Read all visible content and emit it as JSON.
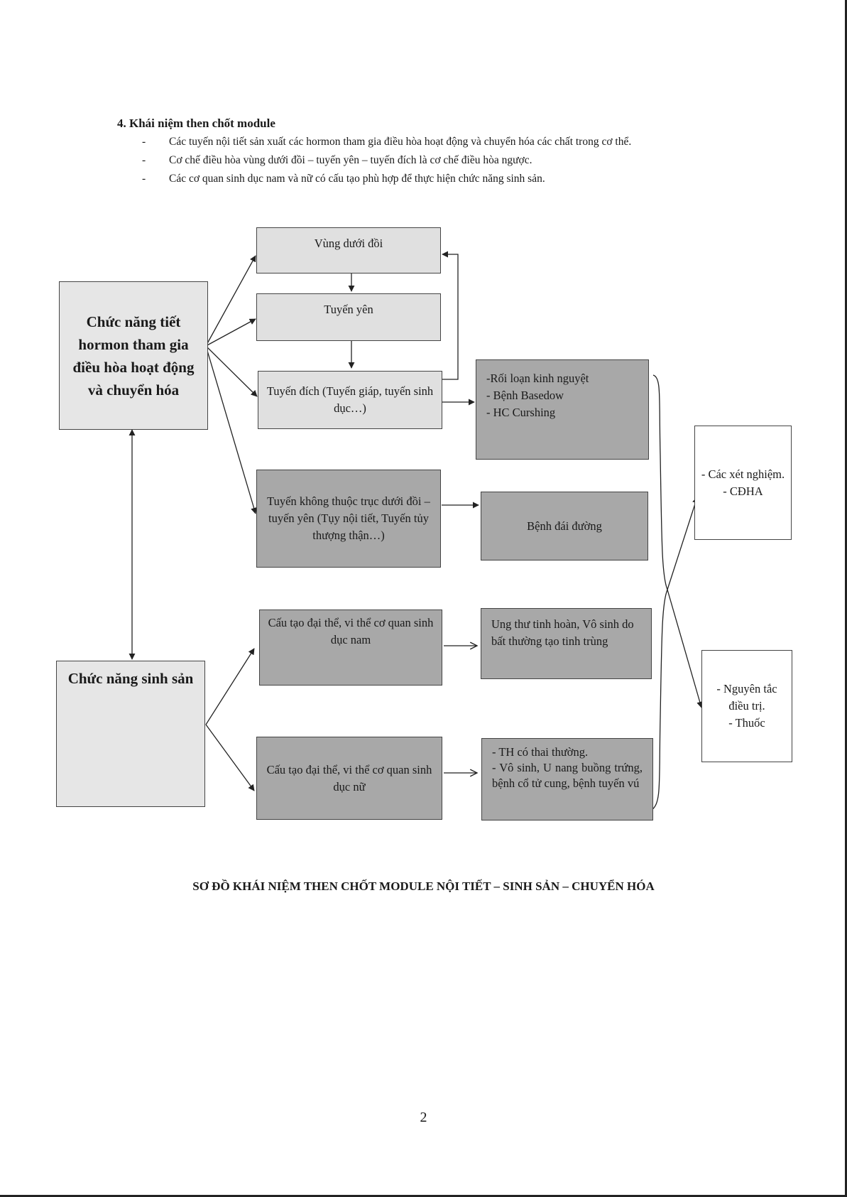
{
  "section": {
    "title": "4. Khái niệm then chốt module",
    "bullets": [
      "Các tuyến nội tiết sản xuất các hormon tham gia điều hòa hoạt động và chuyển hóa các chất trong cơ thể.",
      "Cơ chế điều hòa vùng dưới đồi – tuyến yên – tuyến đích là cơ chế điều hòa ngược.",
      "Các cơ quan sinh dục nam và nữ có cấu tạo phù hợp để thực hiện chức năng sinh sản."
    ],
    "bullet_marker": "-"
  },
  "diagram": {
    "function_endocrine": "Chức năng tiết hormon tham gia điều hòa hoạt động và chuyển hóa",
    "function_reproduction": "Chức năng sinh sản",
    "hypothalamus": "Vùng dưới đồi",
    "pituitary": "Tuyến yên",
    "target_gland": "Tuyến đích (Tuyến giáp, tuyến sinh dục…)",
    "non_axis_gland": "Tuyến không thuộc trục dưới đồi – tuyến yên (Tụy nội tiết, Tuyến tủy thượng thận…)",
    "male_structure": "Cấu tạo đại thể, vi thể cơ quan sinh dục nam",
    "female_structure": "Cấu tạo đại thể, vi thể cơ quan sinh dục nữ",
    "disorders_target": [
      "-Rối loạn kinh nguyệt",
      "- Bệnh Basedow",
      "- HC Curshing"
    ],
    "diabetes": "Bệnh đái đường",
    "male_diseases": "Ung thư tinh hoàn, Vô sinh do bất thường tạo tinh trùng",
    "female_diseases": [
      "- TH có thai thường.",
      "- Vô sinh, U nang buồng trứng, bệnh cổ tử cung, bệnh tuyến vú"
    ],
    "diagnosis": [
      "- Các xét nghiệm.",
      "- CĐHA"
    ],
    "treatment": [
      "- Nguyên tắc điều trị.",
      "- Thuốc"
    ]
  },
  "caption": "SƠ ĐỒ KHÁI NIỆM THEN CHỐT MODULE NỘI TIẾT – SINH SẢN – CHUYỂN HÓA",
  "page_number": "2",
  "colors": {
    "light_box": "#e0e0e0",
    "dark_box": "#a8a8a8",
    "line": "#222222"
  }
}
